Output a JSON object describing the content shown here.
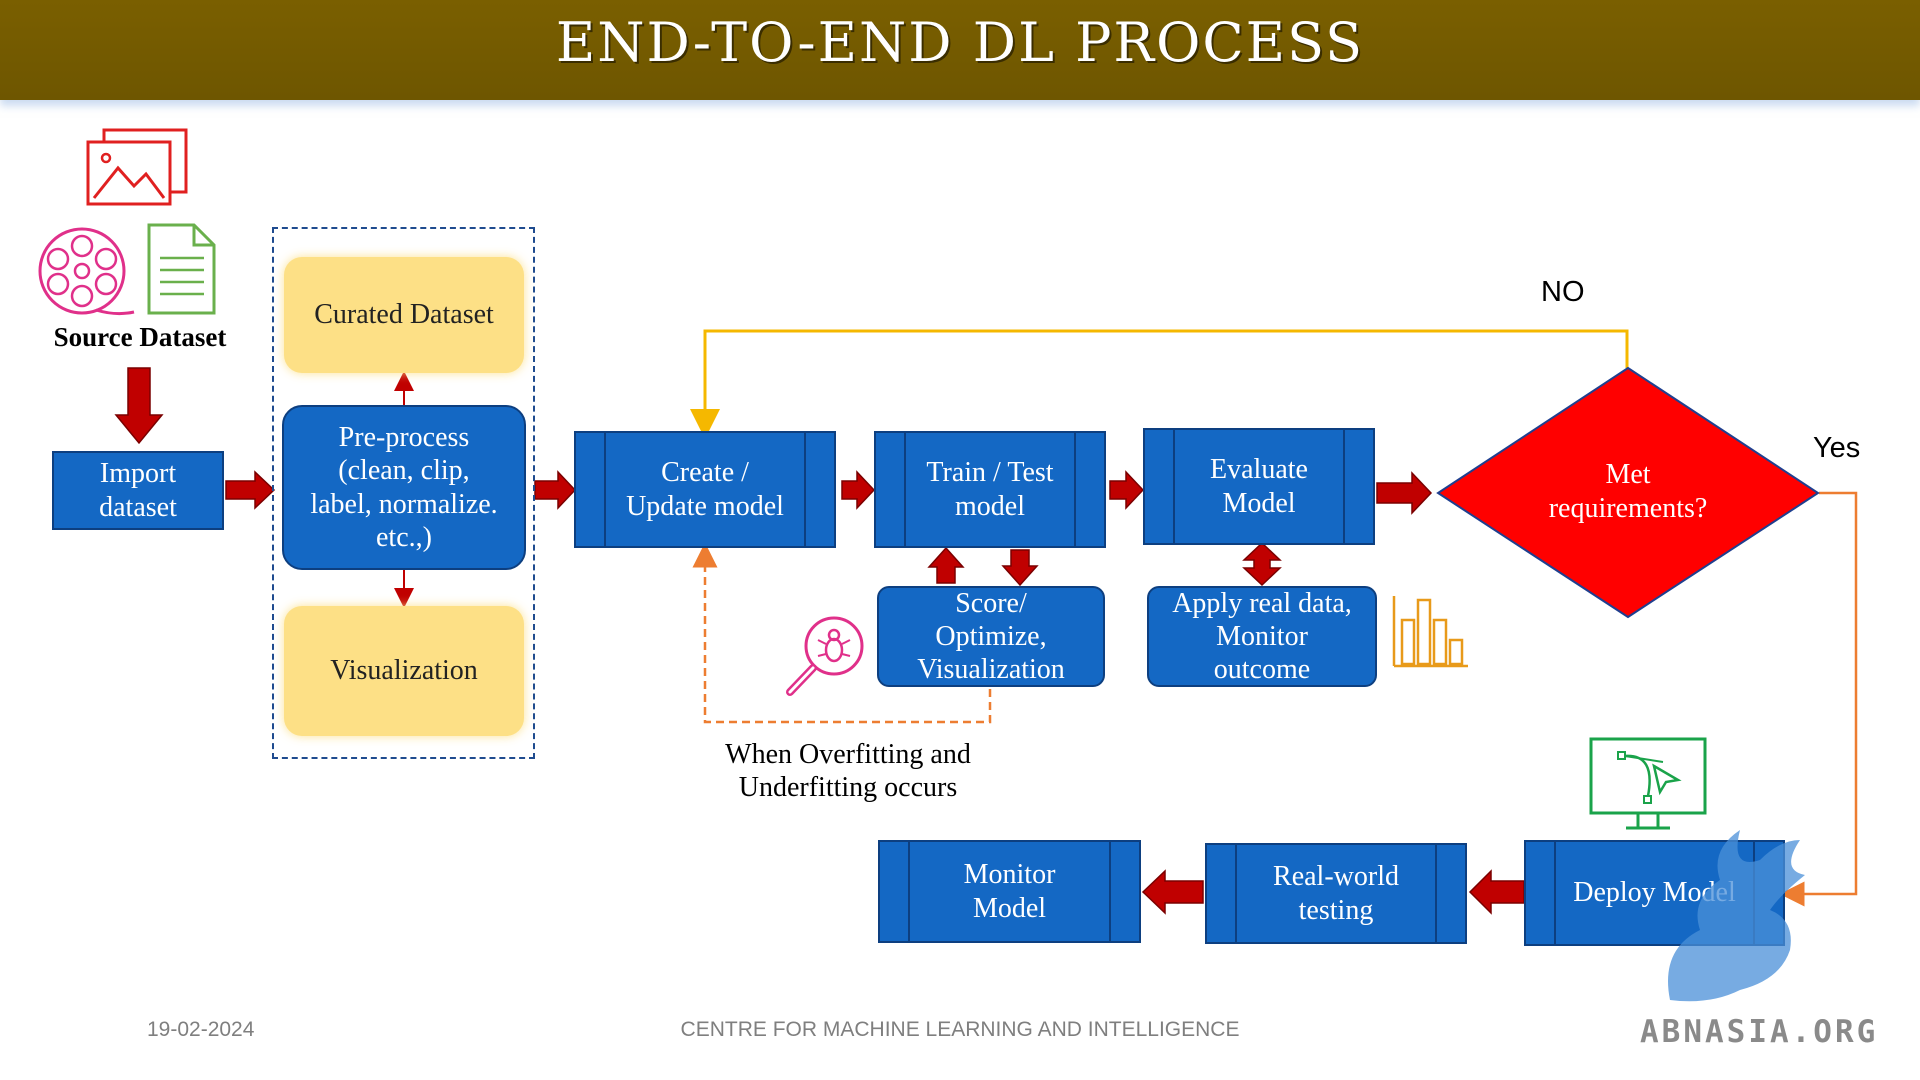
{
  "slide": {
    "title": "END-TO-END DL PROCESS",
    "footer_date": "19-02-2024",
    "footer_center": "CENTRE FOR MACHINE LEARNING AND INTELLIGENCE",
    "watermark": "ABNASIA.ORG"
  },
  "source": {
    "label": "Source Dataset"
  },
  "nodes": {
    "import": "Import\ndataset",
    "curated": "Curated Dataset",
    "preprocess": "Pre-process\n(clean, clip,\nlabel, normalize.\netc.,)",
    "visualization": "Visualization",
    "create": "Create /\nUpdate model",
    "train": "Train / Test\nmodel",
    "evaluate": "Evaluate\nModel",
    "decision": "Met\nrequirements?",
    "score": "Score/\nOptimize,\nVisualization",
    "apply": "Apply real data,\nMonitor\noutcome",
    "deploy": "Deploy Model",
    "realworld": "Real-world\ntesting",
    "monitor": "Monitor\nModel"
  },
  "labels": {
    "no": "NO",
    "yes": "Yes",
    "overfit": "When Overfitting and\nUnderfitting occurs"
  },
  "colors": {
    "header": "#7a5f00",
    "box_blue": "#1468c4",
    "box_yellow": "#fde086",
    "arrow_red": "#c00000",
    "decision_red": "#ff0000",
    "loop_yellow": "#f5b800",
    "loop_orange": "#ed7d31"
  },
  "icons": [
    "image-icon",
    "film-reel-icon",
    "document-icon",
    "bug-search-icon",
    "bar-chart-icon",
    "monitor-vector-icon"
  ]
}
